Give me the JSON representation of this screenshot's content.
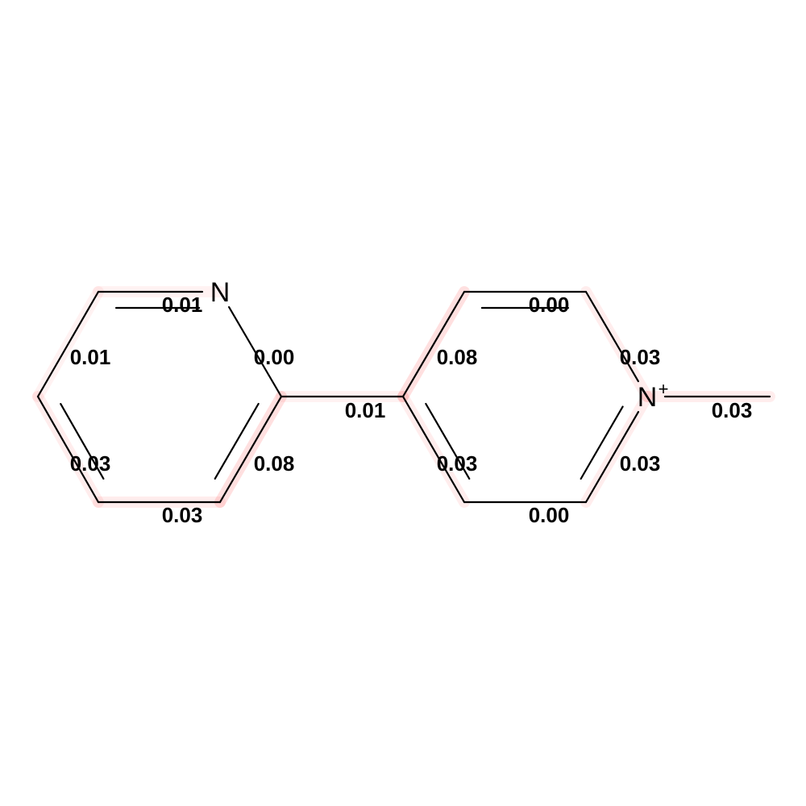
{
  "colors": {
    "bond": "#000000",
    "highlight": "#ff0000",
    "background": "#ffffff"
  },
  "atoms": [
    {
      "id": "a1",
      "label": ""
    },
    {
      "id": "a2",
      "label": ""
    },
    {
      "id": "a3",
      "label": ""
    },
    {
      "id": "a4",
      "label": "N"
    },
    {
      "id": "a5",
      "label": ""
    },
    {
      "id": "a6",
      "label": ""
    },
    {
      "id": "a7",
      "label": ""
    },
    {
      "id": "a8",
      "label": ""
    },
    {
      "id": "a9",
      "label": ""
    },
    {
      "id": "a10",
      "label": "N",
      "charge": "+"
    },
    {
      "id": "a11",
      "label": ""
    },
    {
      "id": "a12",
      "label": ""
    },
    {
      "id": "a13",
      "label": ""
    }
  ],
  "bonds": [
    {
      "id": "b1",
      "from": "a1",
      "to": "a2",
      "order": 2,
      "weight": 0.03,
      "label": "0.03"
    },
    {
      "id": "b2",
      "from": "a2",
      "to": "a3",
      "order": 1,
      "weight": 0.01,
      "label": "0.01"
    },
    {
      "id": "b3",
      "from": "a3",
      "to": "a4",
      "order": 2,
      "weight": 0.01,
      "label": "0.01"
    },
    {
      "id": "b4",
      "from": "a4",
      "to": "a5",
      "order": 1,
      "weight": 0.0,
      "label": "0.00"
    },
    {
      "id": "b5",
      "from": "a5",
      "to": "a6",
      "order": 2,
      "weight": 0.08,
      "label": "0.08"
    },
    {
      "id": "b6",
      "from": "a6",
      "to": "a1",
      "order": 1,
      "weight": 0.03,
      "label": "0.03"
    },
    {
      "id": "b7",
      "from": "a5",
      "to": "a7",
      "order": 1,
      "weight": 0.01,
      "label": "0.01"
    },
    {
      "id": "b8",
      "from": "a7",
      "to": "a8",
      "order": 1,
      "weight": 0.08,
      "label": "0.08"
    },
    {
      "id": "b9",
      "from": "a8",
      "to": "a9",
      "order": 2,
      "weight": 0.0,
      "label": "0.00"
    },
    {
      "id": "b10",
      "from": "a9",
      "to": "a10",
      "order": 1,
      "weight": 0.03,
      "label": "0.03"
    },
    {
      "id": "b11",
      "from": "a10",
      "to": "a11",
      "order": 1,
      "weight": 0.03,
      "label": "0.03"
    },
    {
      "id": "b12",
      "from": "a10",
      "to": "a12",
      "order": 2,
      "weight": 0.03,
      "label": "0.03"
    },
    {
      "id": "b13",
      "from": "a12",
      "to": "a13",
      "order": 1,
      "weight": 0.0,
      "label": "0.00"
    },
    {
      "id": "b14",
      "from": "a13",
      "to": "a7",
      "order": 2,
      "weight": 0.03,
      "label": "0.03"
    }
  ]
}
